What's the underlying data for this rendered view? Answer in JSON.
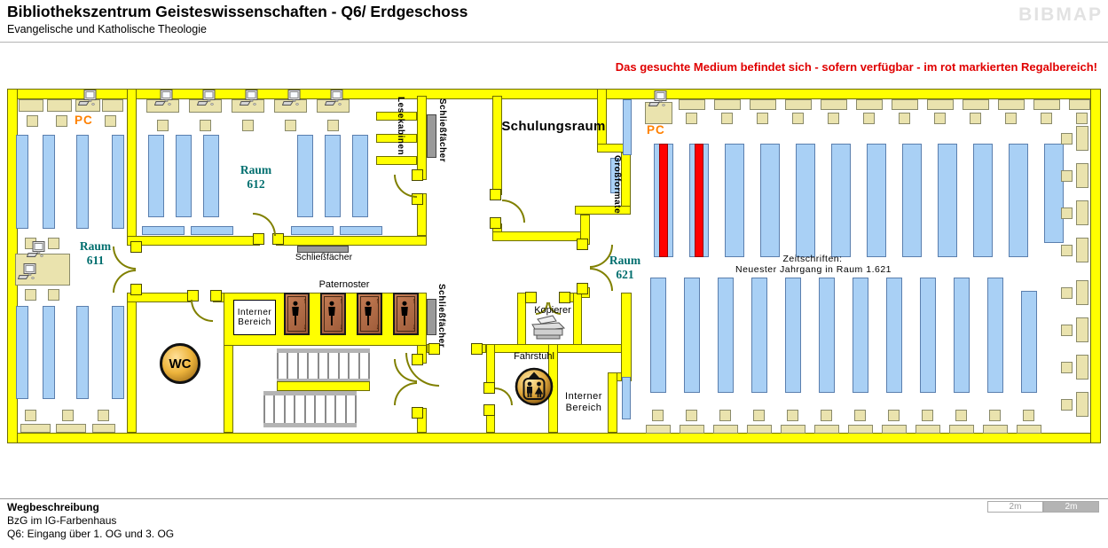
{
  "header": {
    "title": "Bibliothekszentrum Geisteswissenschaften - Q6/ Erdgeschoss",
    "subtitle": "Evangelische und Katholische Theologie",
    "logo": "BIBMAP",
    "notice": "Das gesuchte Medium befindet sich - sofern verfügbar -  im rot markierten Regalbereich!"
  },
  "map": {
    "rooms": {
      "raum611": {
        "line1": "Raum",
        "line2": "611"
      },
      "raum612": {
        "line1": "Raum",
        "line2": "612"
      },
      "raum621": {
        "line1": "Raum",
        "line2": "621"
      },
      "schulungsraum": "Schulungsraum"
    },
    "areas": {
      "lesekabinen": "Lesekabinen",
      "schliessfaecher_top": "Schließfächer",
      "schliessfaecher_mid": "Schließfächer",
      "schliessfaecher_bottom": "Schließfächer",
      "grossformate": "Großformate",
      "paternoster": "Paternoster",
      "interner_bereich_1": {
        "line1": "Interner",
        "line2": "Bereich"
      },
      "interner_bereich_2": {
        "line1": "Interner",
        "line2": "Bereich"
      },
      "wc": "WC",
      "fahrstuhl": "Fahrstuhl",
      "kopierer": "Kopierer",
      "pc_left": "PC",
      "pc_right": "PC"
    },
    "annotations": {
      "zeitschriften_line1": "Zeitschriften:",
      "zeitschriften_line2": "Neuester Jahrgang in Raum  1.621"
    },
    "highlighted_shelves": {
      "room": "Raum 621",
      "count": 2
    }
  },
  "footer": {
    "heading": "Wegbeschreibung",
    "line1": "BzG im IG-Farbenhaus",
    "line2": "Q6: Eingang über 1. OG und 3. OG",
    "scale_left": "2m",
    "scale_right": "2m"
  },
  "colors": {
    "wall": "#ffff00",
    "shelf": "#a9d0f5",
    "highlight": "#ff0000",
    "furniture": "#eae3ae",
    "locker": "#9a9a9a",
    "notice": "#e00000",
    "room_label": "#006e6e",
    "pc_label": "#ff8000"
  }
}
